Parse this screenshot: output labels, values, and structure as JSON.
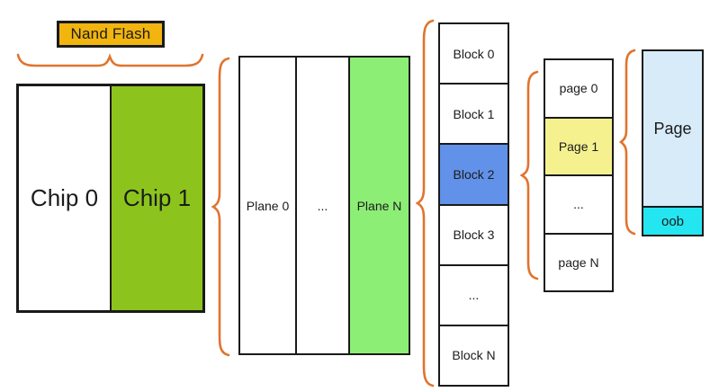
{
  "title": {
    "text": "Nand Flash",
    "bg": "#F2B50F"
  },
  "chip": {
    "cells": [
      {
        "label": "Chip 0",
        "bg": "#FFFFFF"
      },
      {
        "label": "Chip 1",
        "bg": "#8CC41D"
      }
    ]
  },
  "plane": {
    "cells": [
      {
        "label": "Plane 0",
        "bg": "#FFFFFF"
      },
      {
        "label": "...",
        "bg": "#FFFFFF"
      },
      {
        "label": "Plane N",
        "bg": "#8DEE76"
      }
    ]
  },
  "block": {
    "cells": [
      {
        "label": "Block 0",
        "bg": "#FFFFFF"
      },
      {
        "label": "Block 1",
        "bg": "#FFFFFF"
      },
      {
        "label": "Block 2",
        "bg": "#6191E8"
      },
      {
        "label": "Block 3",
        "bg": "#FFFFFF"
      },
      {
        "label": "...",
        "bg": "#FFFFFF"
      },
      {
        "label": "Block N",
        "bg": "#FFFFFF"
      }
    ],
    "highlighted": "Block 2"
  },
  "pages": {
    "cells": [
      {
        "label": "page 0",
        "bg": "#FFFFFF"
      },
      {
        "label": "Page 1",
        "bg": "#F5F18F"
      },
      {
        "label": "...",
        "bg": "#FFFFFF"
      },
      {
        "label": "page N",
        "bg": "#FFFFFF"
      }
    ],
    "highlighted": "Page 1"
  },
  "page_detail": {
    "page": {
      "label": "Page",
      "bg": "#D7EBF8"
    },
    "oob": {
      "label": "oob",
      "bg": "#24E6F1"
    }
  },
  "colors": {
    "brace": "#E0742E",
    "border": "#1A1A1A"
  }
}
